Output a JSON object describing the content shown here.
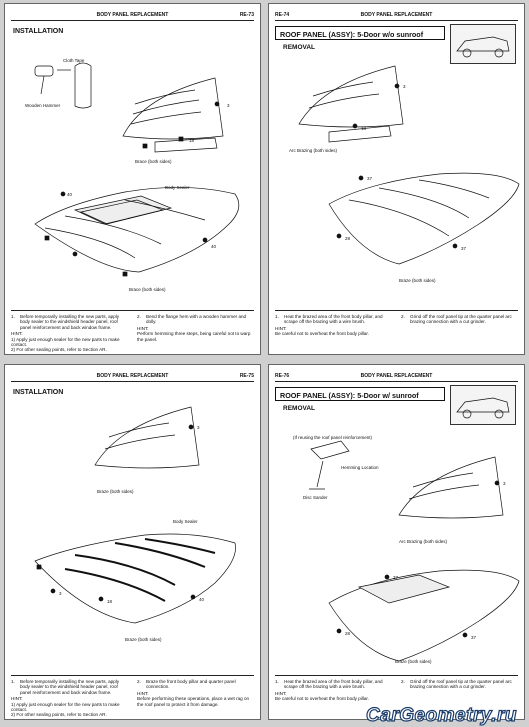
{
  "pages": [
    {
      "page_no": "RE-73",
      "header": "BODY PANEL REPLACEMENT",
      "section": "INSTALLATION",
      "labels": [
        "Cloth Tape",
        "Wooden Hammer",
        "Brace (both sides)",
        "Body Sealer",
        "Brace (both sides)"
      ],
      "steps": [
        {
          "num": "1.",
          "text": "Before temporarily installing the new parts, apply body sealer to the windshield header panel, roof panel reinforcement and back window frame."
        },
        {
          "num": "2.",
          "text": "Bend the flange hem with a wooden hammer and dolly."
        }
      ],
      "hint_left": {
        "head": "HINT:",
        "lines": [
          "1) Apply just enough sealer for the new parts to make contact.",
          "2) For other sealing points, refer to Section AR."
        ]
      },
      "hint_right": {
        "head": "HINT:",
        "lines": [
          "Perform hemming three steps, being careful not to warp the panel."
        ]
      }
    },
    {
      "page_no": "RE-74",
      "header": "BODY PANEL REPLACEMENT",
      "title": "ROOF PANEL (ASSY): 5-Door w/o sunroof",
      "subtitle": "REMOVAL",
      "labels": [
        "Arc Brazing (both sides)",
        "Braze (both sides)"
      ],
      "steps": [
        {
          "num": "1.",
          "text": "Heat the brazed area of the front body pillar, and scrape off the brazing with a wire brush."
        },
        {
          "num": "2.",
          "text": "Grind off the roof panel tip at the quarter panel arc brazing connection with a cut grinder."
        }
      ],
      "hint_left": {
        "head": "HINT:",
        "lines": [
          "Be careful not to overheat the front body pillar."
        ]
      }
    },
    {
      "page_no": "RE-75",
      "header": "BODY PANEL REPLACEMENT",
      "section": "INSTALLATION",
      "labels": [
        "Braze (both sides)",
        "Body Sealer",
        "Braze (both sides)"
      ],
      "steps": [
        {
          "num": "1.",
          "text": "Before temporarily installing the new parts, apply body sealer to the windshield header panel, roof panel reinforcement and back window frame."
        },
        {
          "num": "2.",
          "text": "Braze the front body pillar and quarter panel connection."
        }
      ],
      "hint_left": {
        "head": "HINT:",
        "lines": [
          "1) Apply just enough sealer for the new parts to make contact.",
          "2) For other sealing points, refer to Section AR."
        ]
      },
      "hint_right": {
        "head": "HINT:",
        "lines": [
          "Before performing these operations, place a wet rag on the roof panel to protect it from damage."
        ]
      }
    },
    {
      "page_no": "RE-76",
      "header": "BODY PANEL REPLACEMENT",
      "title": "ROOF PANEL (ASSY): 5-Door w/ sunroof",
      "subtitle": "REMOVAL",
      "labels": [
        "(If reusing the roof panel reinforcement)",
        "Hemming Location",
        "Disc Sander",
        "Arc Brazing (both sides)",
        "Braze (both sides)"
      ],
      "steps": [
        {
          "num": "1.",
          "text": "Heat the brazed area of the front body pillar, and scrape off the brazing with a wire brush."
        },
        {
          "num": "2.",
          "text": "Grind off the roof panel tip at the quarter panel arc brazing connection with a cut grinder."
        }
      ],
      "hint_left": {
        "head": "HINT:",
        "lines": [
          "Be careful not to overheat the front body pillar."
        ]
      }
    }
  ],
  "watermark": "CarGeometry.ru"
}
